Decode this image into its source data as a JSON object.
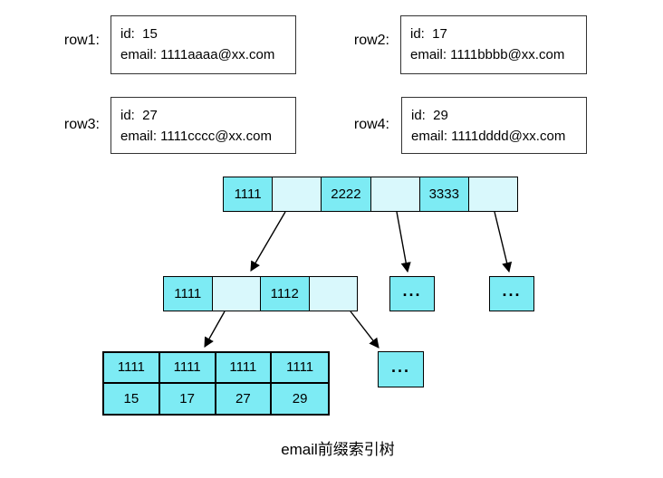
{
  "records": [
    {
      "label": "row1:",
      "id_line": "id:  15",
      "email_line": "email: 1111aaaa@xx.com"
    },
    {
      "label": "row2:",
      "id_line": "id:  17",
      "email_line": "email: 1111bbbb@xx.com"
    },
    {
      "label": "row3:",
      "id_line": "id:  27",
      "email_line": "email: 1111cccc@xx.com"
    },
    {
      "label": "row4:",
      "id_line": "id:  29",
      "email_line": "email: 1111dddd@xx.com"
    }
  ],
  "tree": {
    "root_cells": [
      "1111",
      "",
      "2222",
      "",
      "3333",
      ""
    ],
    "mid_cells": [
      "1111",
      "",
      "1112",
      ""
    ],
    "dots": "...",
    "leaf_prefix_row": [
      "1111",
      "1111",
      "1111",
      "1111"
    ],
    "leaf_id_row": [
      "15",
      "17",
      "27",
      "29"
    ],
    "caption": "email前缀索引树"
  },
  "colors": {
    "cell_dark": "#7DEBF4",
    "cell_light": "#D9F8FC",
    "node_border": "#000000",
    "record_border": "#333333",
    "arrow": "#000000",
    "background": "#FFFFFF",
    "text": "#000000"
  }
}
